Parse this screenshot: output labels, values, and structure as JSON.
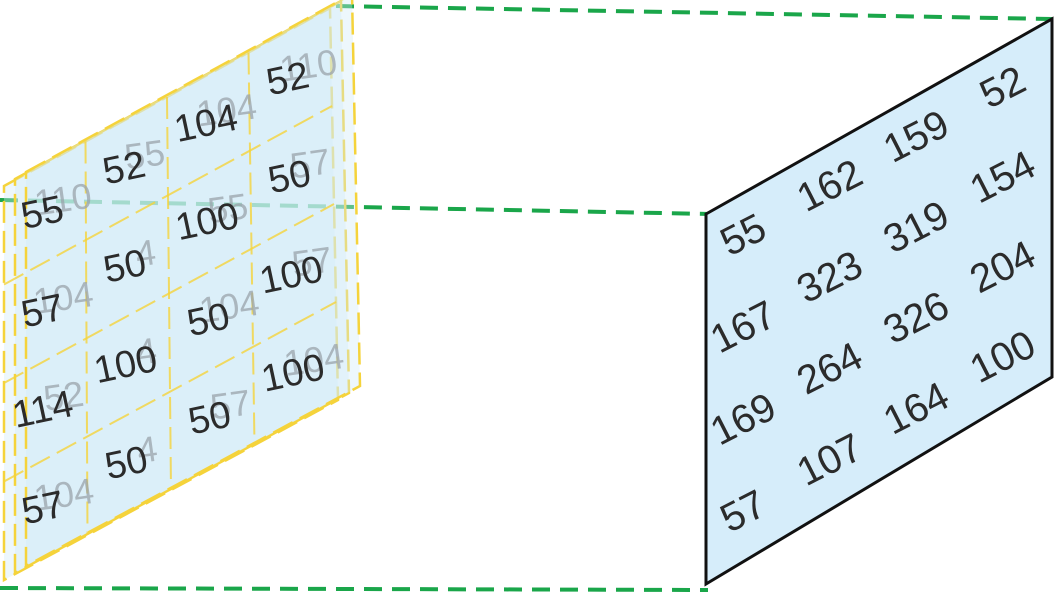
{
  "colors": {
    "background": "#ffffff",
    "input_fill": "#cfe9f7",
    "input_border": "#f5d33b",
    "output_fill": "#d6edfa",
    "output_border": "#111111",
    "connector": "#1aa64a",
    "text": "#2b2b2b",
    "ghost_text": "#9aa3ab"
  },
  "input_stack": {
    "front_layer": [
      [
        "55",
        "52",
        "104",
        "52"
      ],
      [
        "57",
        "50",
        "100",
        "50"
      ],
      [
        "114",
        "100",
        "50",
        "100"
      ],
      [
        "57",
        "50",
        "50",
        "100"
      ]
    ],
    "back_ghost_values": [
      "110",
      "55",
      "104",
      "110",
      "104",
      "4",
      "55",
      "57",
      "52",
      "4",
      "104",
      "57",
      "104",
      "4",
      "57",
      "104"
    ]
  },
  "output_matrix": [
    [
      "55",
      "162",
      "159",
      "52"
    ],
    [
      "167",
      "323",
      "319",
      "154"
    ],
    [
      "169",
      "264",
      "326",
      "204"
    ],
    [
      "57",
      "107",
      "164",
      "100"
    ]
  ]
}
